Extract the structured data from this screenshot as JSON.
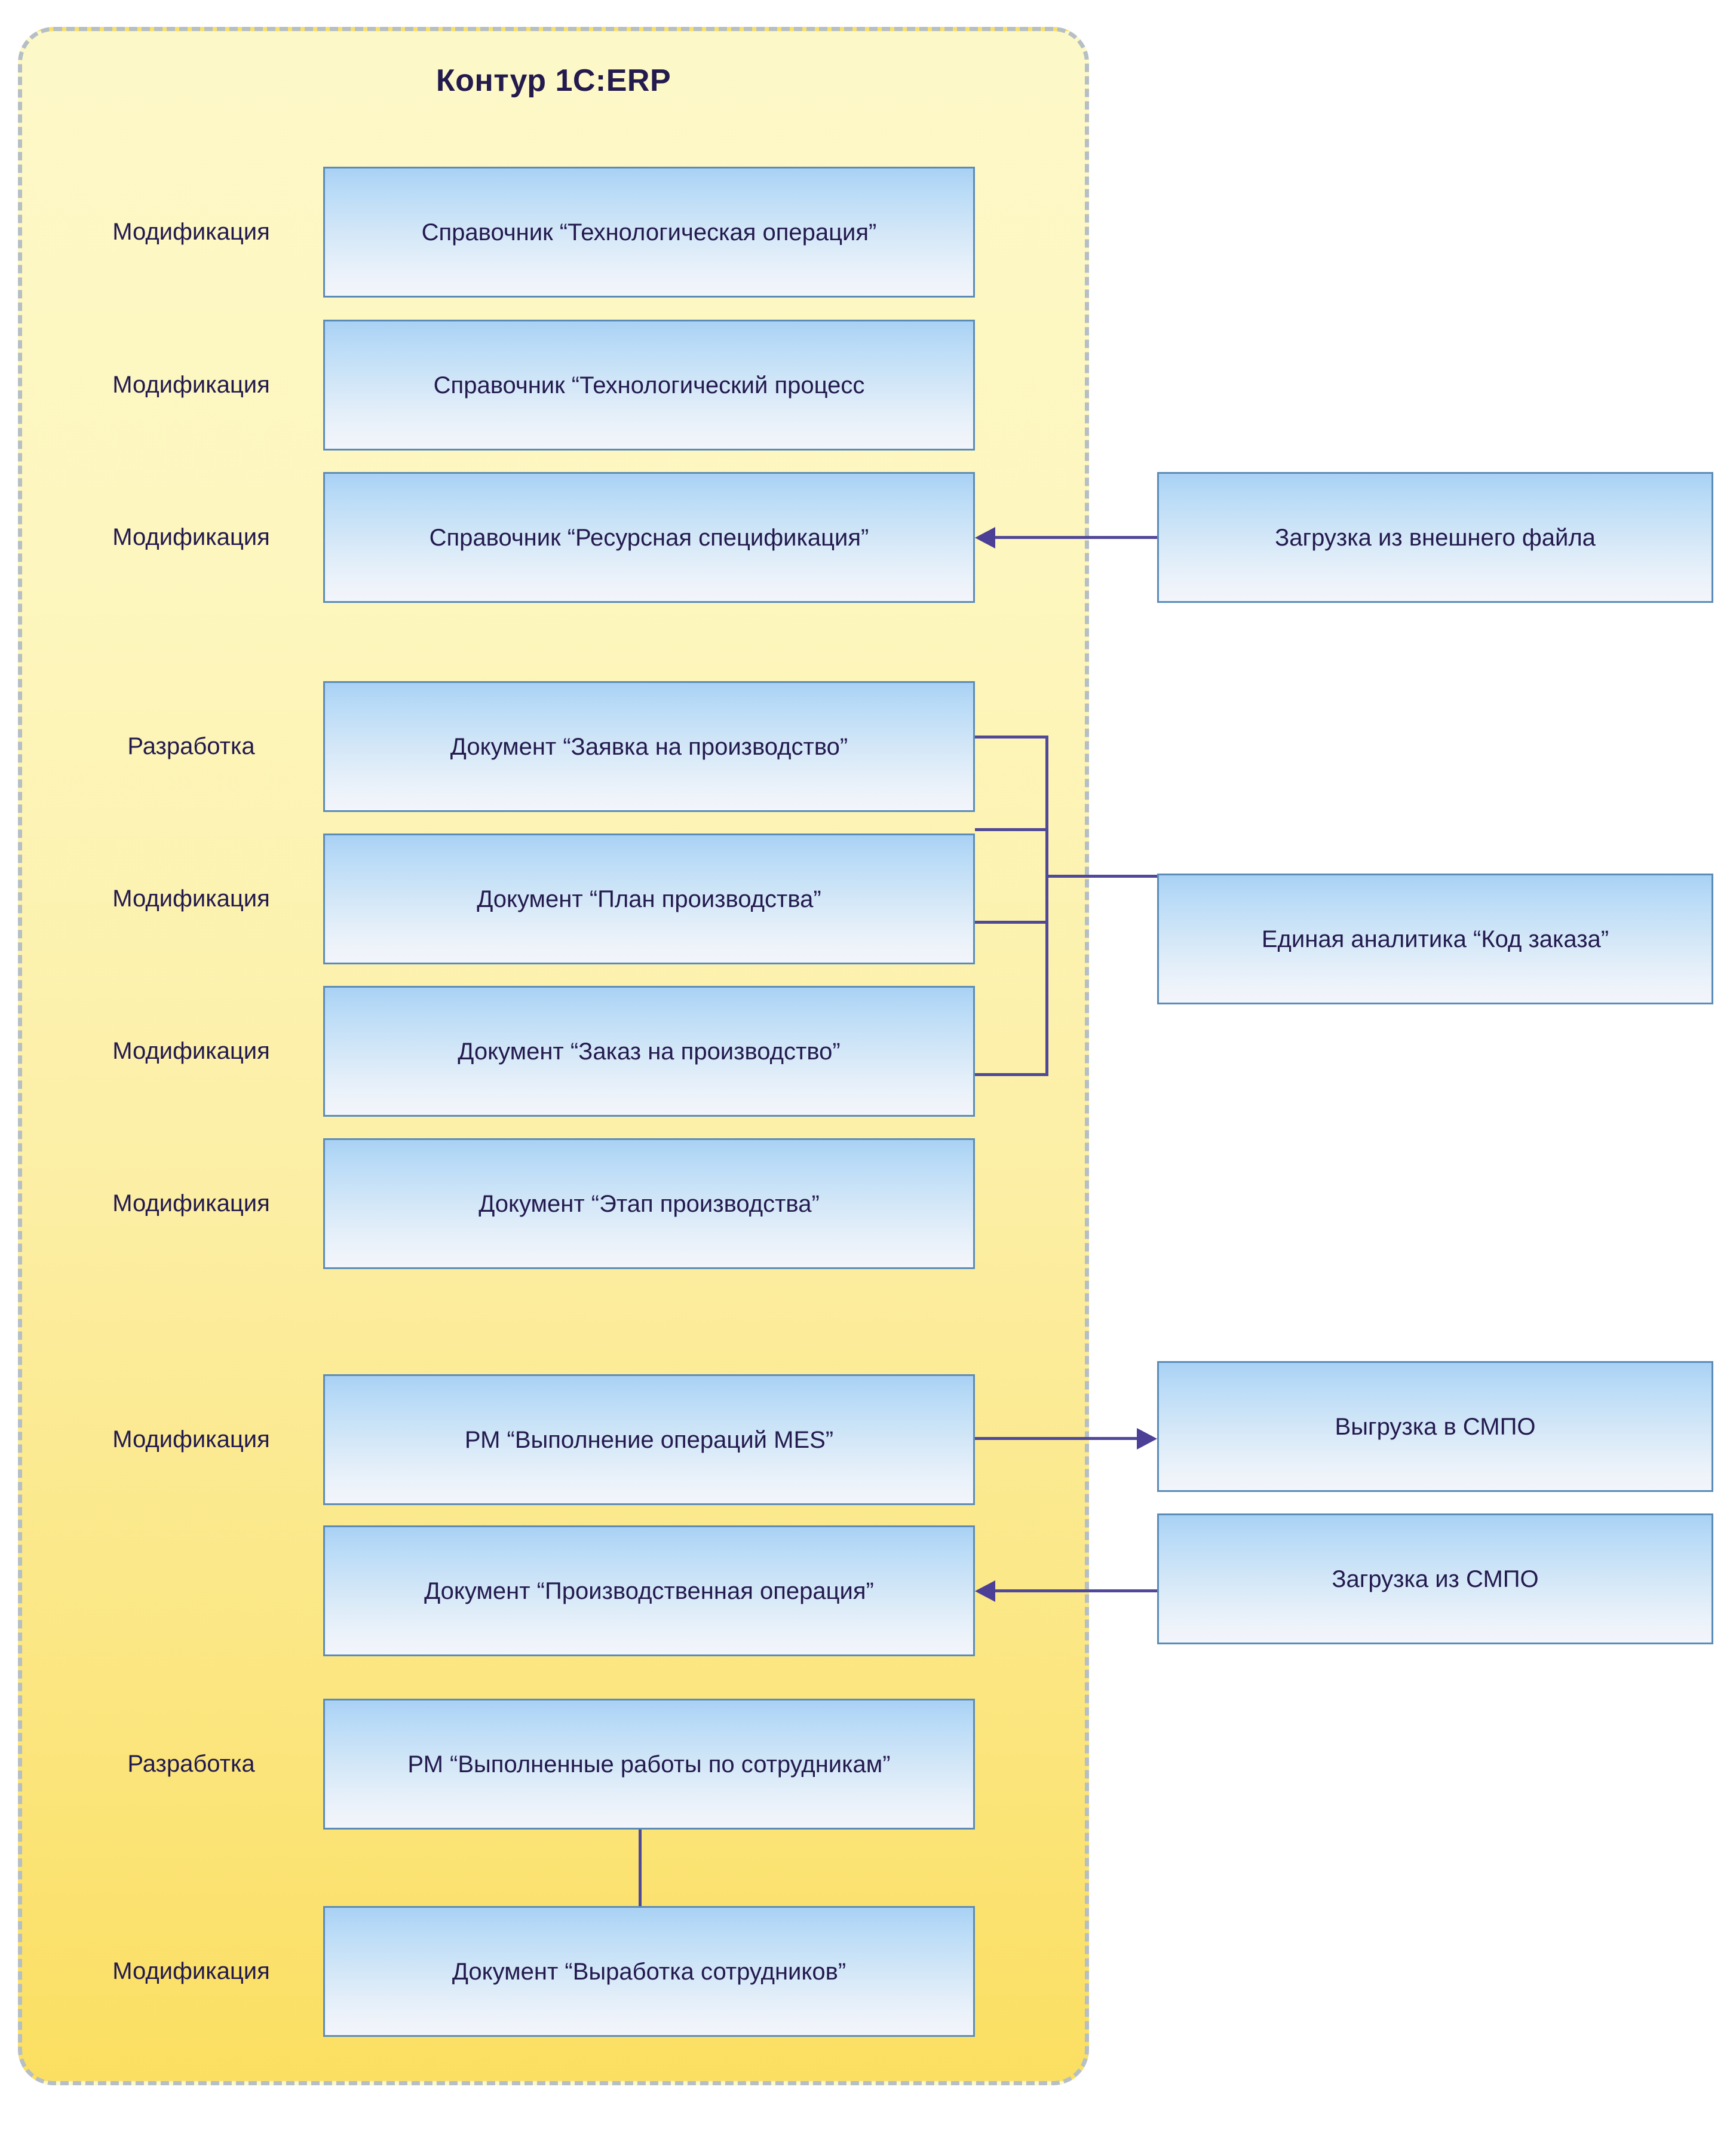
{
  "container": {
    "title": "Контур 1С:ERP",
    "border_color": "#b5bfc4",
    "fill_from": "#fdf8c8",
    "fill_to": "#fbdf62"
  },
  "colors": {
    "text": "#231a4e",
    "node_border": "#5b8cb8",
    "node_fill_top": "#a9d1f4",
    "node_fill_bottom": "#f2f5fb",
    "connector": "#504898",
    "arrow": "#4b3f96"
  },
  "labels": {
    "modification": "Модификация",
    "development": "Разработка"
  },
  "groups": [
    {
      "id": "reference-books",
      "rows": [
        {
          "side_label": "Модификация",
          "node": "Справочник “Технологическая операция”"
        },
        {
          "side_label": "Модификация",
          "node": "Справочник “Технологический процесс"
        },
        {
          "side_label": "Модификация",
          "node": "Справочник “Ресурсная спецификация”"
        }
      ]
    },
    {
      "id": "documents",
      "rows": [
        {
          "side_label": "Разработка",
          "node": "Документ “Заявка на производство”"
        },
        {
          "side_label": "Модификация",
          "node": "Документ “План производства”"
        },
        {
          "side_label": "Модификация",
          "node": "Документ “Заказ на производство”"
        },
        {
          "side_label": "Модификация",
          "node": "Документ “Этап производства”"
        }
      ]
    },
    {
      "id": "mes",
      "rows": [
        {
          "side_label": "Модификация",
          "node": "РМ “Выполнение операций MES”"
        },
        {
          "side_label": "",
          "node": "Документ “Производственная операция”"
        }
      ]
    },
    {
      "id": "workforce",
      "rows": [
        {
          "side_label": "Разработка",
          "node": "РМ “Выполненные работы по сотрудникам”"
        },
        {
          "side_label": "Модификация",
          "node": "Документ “Выработка сотрудников”"
        }
      ]
    }
  ],
  "external_nodes": [
    {
      "id": "load-external-file",
      "label": "Загрузка из внешнего файла"
    },
    {
      "id": "order-code-analytic",
      "label": "Единая аналитика “Код заказа”"
    },
    {
      "id": "export-to-smpo",
      "label": "Выгрузка в СМПО"
    },
    {
      "id": "import-from-smpo",
      "label": "Загрузка из СМПО"
    }
  ],
  "connections": [
    {
      "from": "load-external-file",
      "to": "Справочник “Ресурсная спецификация”",
      "direction": "left-arrow"
    },
    {
      "from": "order-code-analytic",
      "to": "documents-bracket",
      "direction": "none"
    },
    {
      "from": "РМ “Выполнение операций MES”",
      "to": "export-to-smpo",
      "direction": "right-arrow"
    },
    {
      "from": "import-from-smpo",
      "to": "Документ “Производственная операция”",
      "direction": "left-arrow"
    },
    {
      "from": "РМ “Выполненные работы по сотрудникам”",
      "to": "Документ “Выработка сотрудников”",
      "direction": "down-arrow"
    }
  ]
}
